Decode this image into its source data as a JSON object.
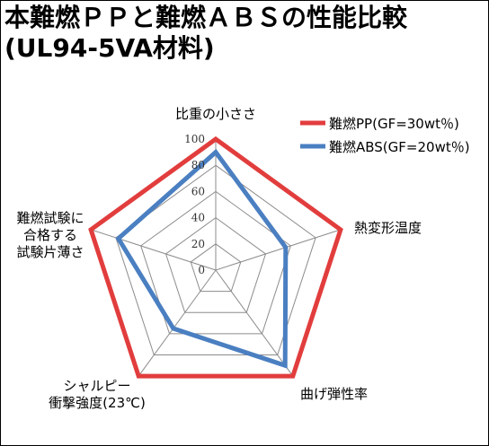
{
  "title": {
    "line1": "本難燃ＰＰと難燃ＡＢＳの性能比較",
    "line2": "(UL94-5VA材料)"
  },
  "colors": {
    "pp": "#e23d3d",
    "abs": "#4a7fc1",
    "grid": "#8c8c8c"
  },
  "chart_data": {
    "type": "radar",
    "axes": [
      {
        "label_lines": [
          "比重の小ささ"
        ]
      },
      {
        "label_lines": [
          "熱変形温度"
        ]
      },
      {
        "label_lines": [
          "曲げ弾性率"
        ]
      },
      {
        "label_lines": [
          "シャルピー",
          "衝撃強度(23℃)"
        ]
      },
      {
        "label_lines": [
          "難燃試験に",
          "合格する",
          "試験片薄さ"
        ]
      }
    ],
    "range": [
      0,
      100
    ],
    "ticks": [
      0,
      20,
      40,
      60,
      80,
      100
    ],
    "tick_labels": [
      "0",
      "20",
      "40",
      "60",
      "80",
      "100"
    ],
    "series": [
      {
        "name": "難燃PP(GF=30wt％)",
        "values": [
          100,
          100,
          100,
          100,
          100
        ]
      },
      {
        "name": "難燃ABS(GF=20wt％)",
        "values": [
          90,
          56,
          90,
          55,
          78
        ]
      }
    ],
    "legend": "top-right"
  }
}
